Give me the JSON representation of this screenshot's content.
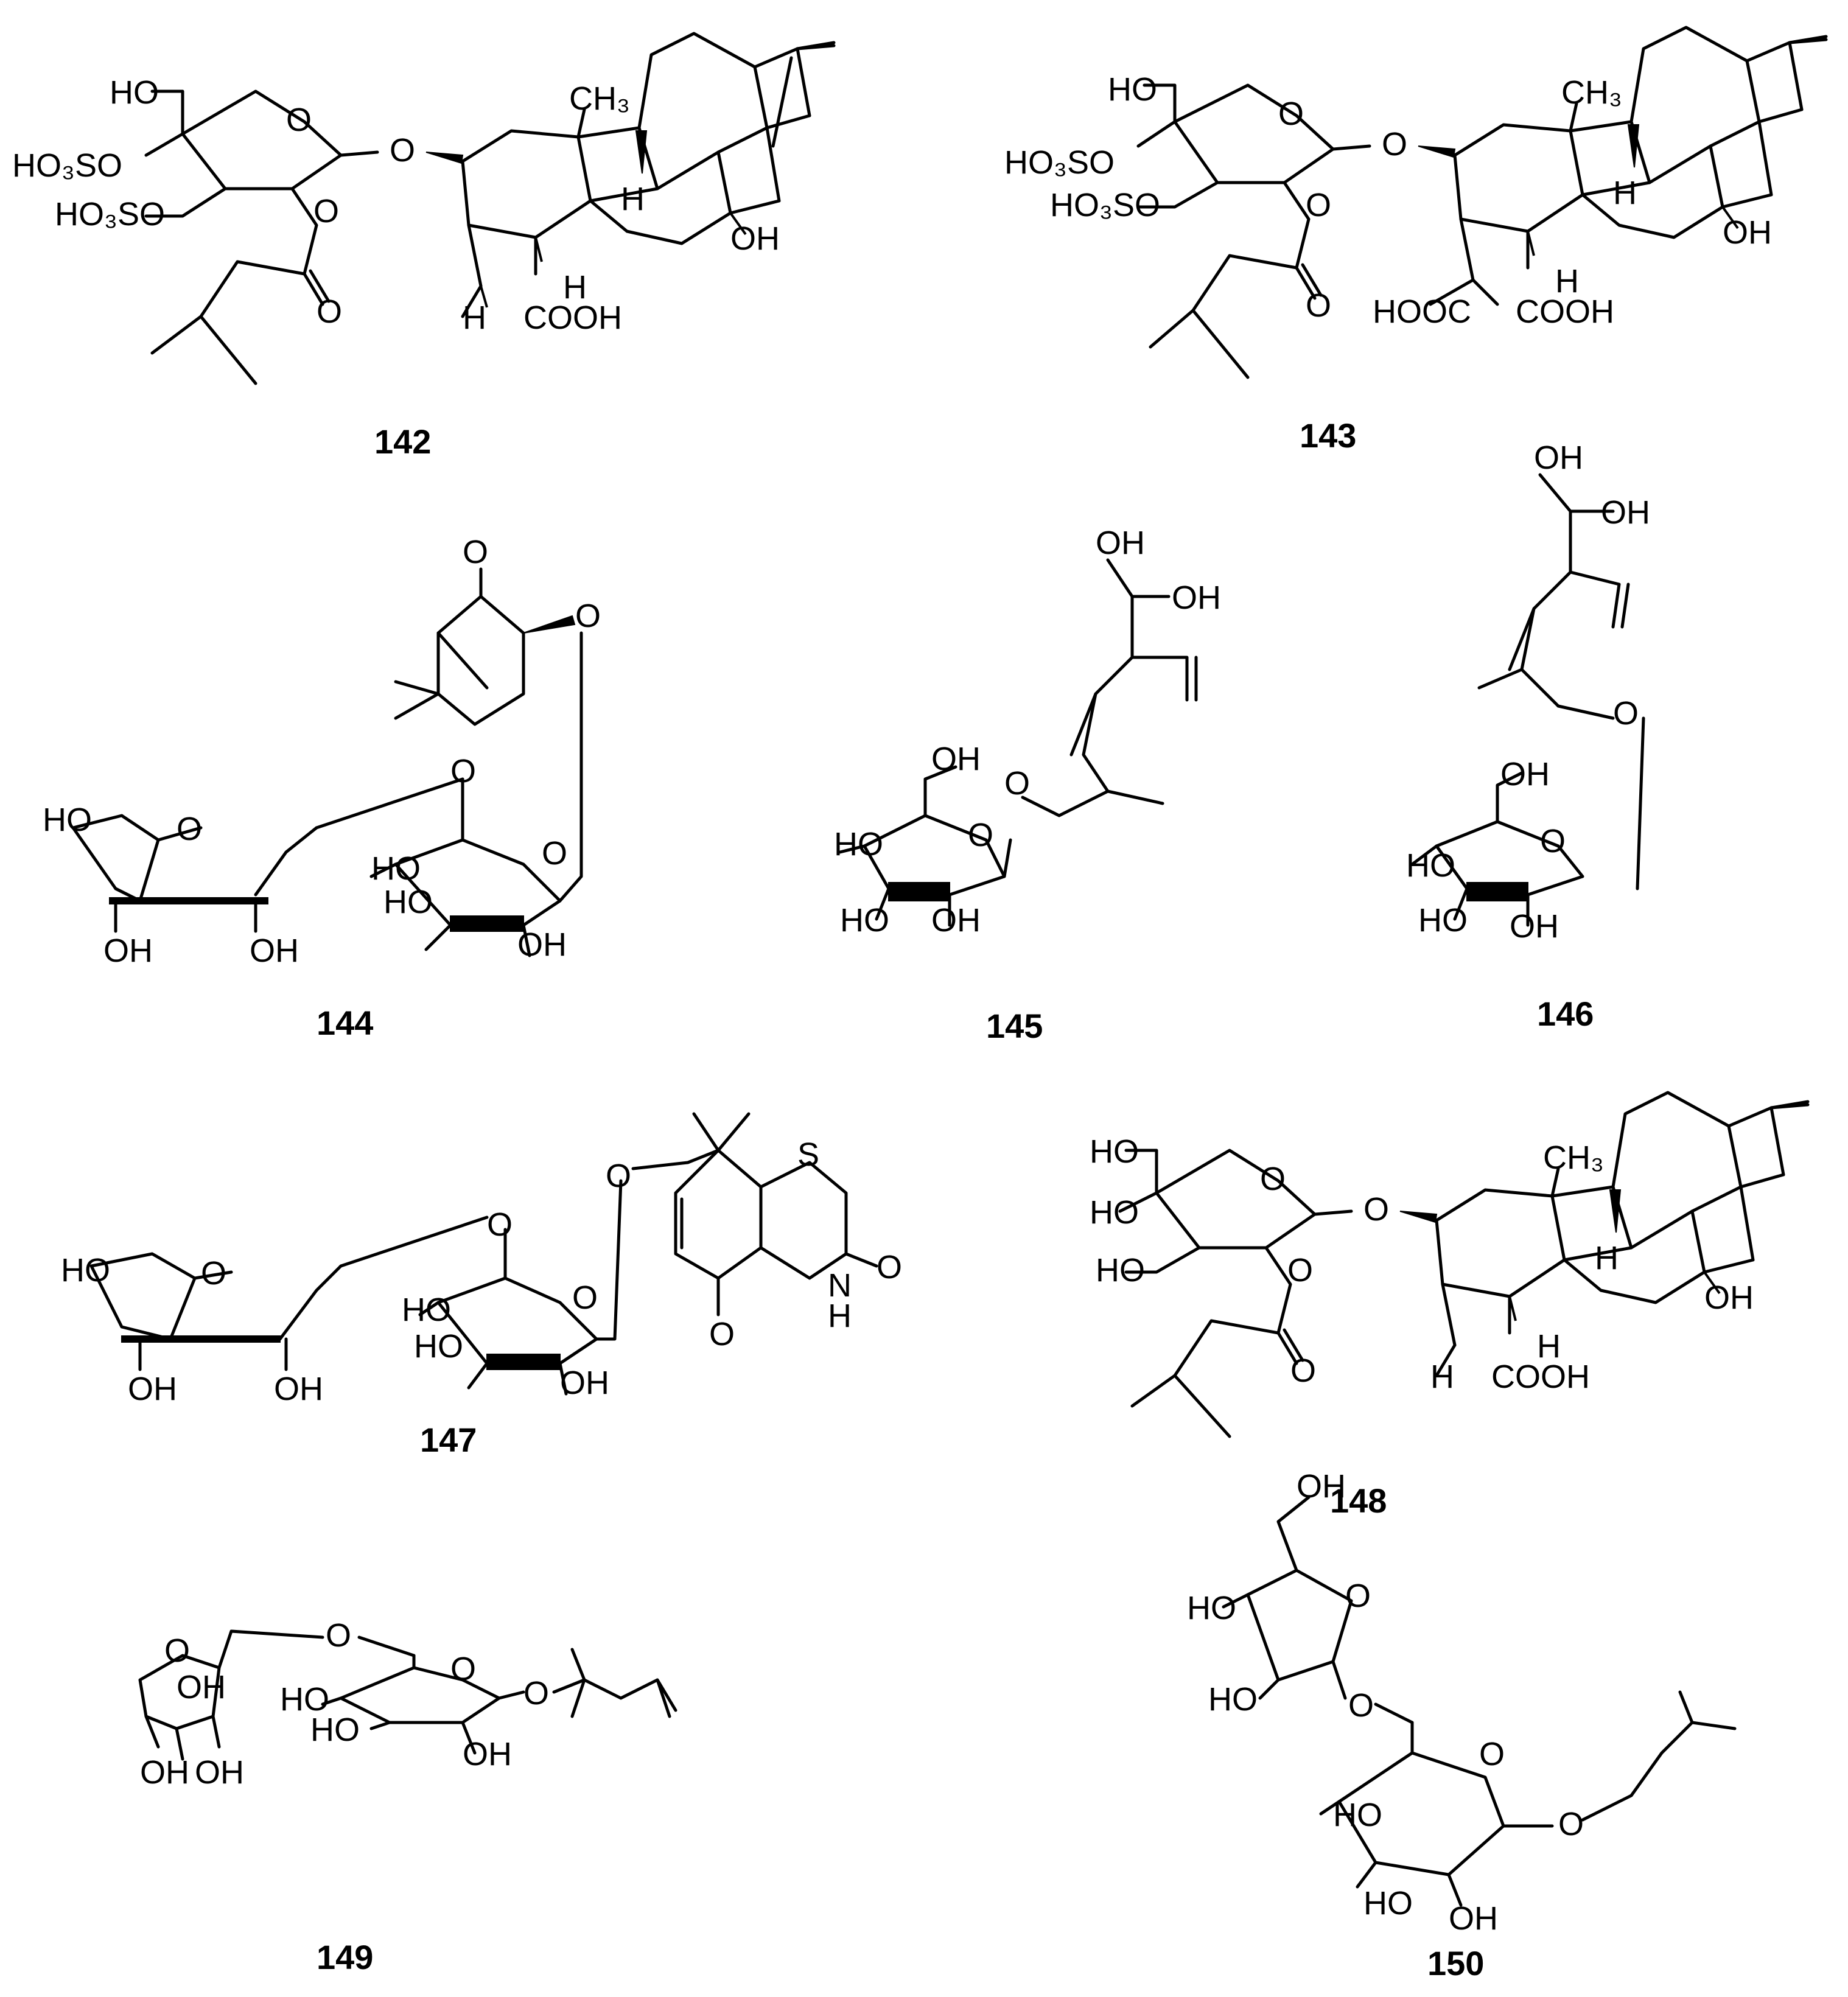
{
  "compounds": [
    {
      "id": "142",
      "label": "142"
    },
    {
      "id": "143",
      "label": "143"
    },
    {
      "id": "144",
      "label": "144"
    },
    {
      "id": "145",
      "label": "145"
    },
    {
      "id": "146",
      "label": "146"
    },
    {
      "id": "147",
      "label": "147"
    },
    {
      "id": "148",
      "label": "148"
    },
    {
      "id": "149",
      "label": "149"
    },
    {
      "id": "150",
      "label": "150"
    }
  ],
  "atoms": {
    "HO": "HO",
    "OH": "OH",
    "O": "O",
    "H": "H",
    "S": "S",
    "N": "N",
    "CH3": "CH₃",
    "HO3SO": "HO₃SO",
    "COOH": "COOH",
    "HOOC": "HOOC"
  }
}
